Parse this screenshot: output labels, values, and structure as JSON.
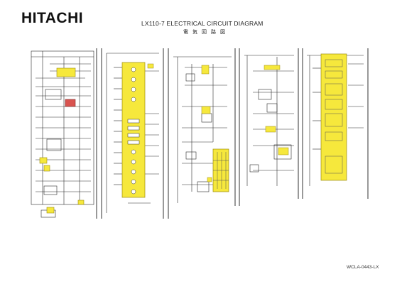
{
  "header": {
    "brand": "HITACHI",
    "title": "LX110-7 ELECTRICAL CIRCUIT DIAGRAM",
    "subtitle": "電気回路図"
  },
  "footer": {
    "document_number": "WCLA-0443-LX"
  },
  "colors": {
    "wire": "#2a2a2a",
    "highlight": "#f6e83c",
    "highlight_stroke": "#9a8a10",
    "component": "#555555"
  }
}
